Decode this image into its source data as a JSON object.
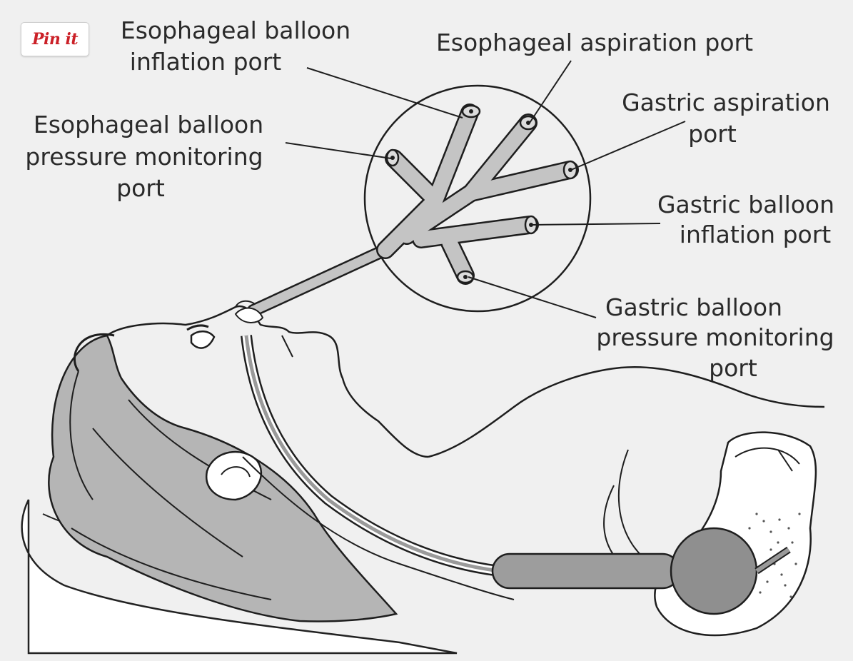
{
  "pin_button": {
    "label": "Pin it",
    "color": "#cb2027"
  },
  "labels": {
    "esophageal_balloon_inflation": [
      "Esophageal balloon",
      "inflation port"
    ],
    "esophageal_aspiration": [
      "Esophageal aspiration port"
    ],
    "esophageal_balloon_pressure": [
      "Esophageal balloon",
      "pressure monitoring",
      "port"
    ],
    "gastric_aspiration": [
      "Gastric aspiration",
      "port"
    ],
    "gastric_balloon_inflation": [
      "Gastric balloon",
      "inflation port"
    ],
    "gastric_balloon_pressure": [
      "Gastric balloon",
      "pressure monitoring",
      "port"
    ]
  }
}
